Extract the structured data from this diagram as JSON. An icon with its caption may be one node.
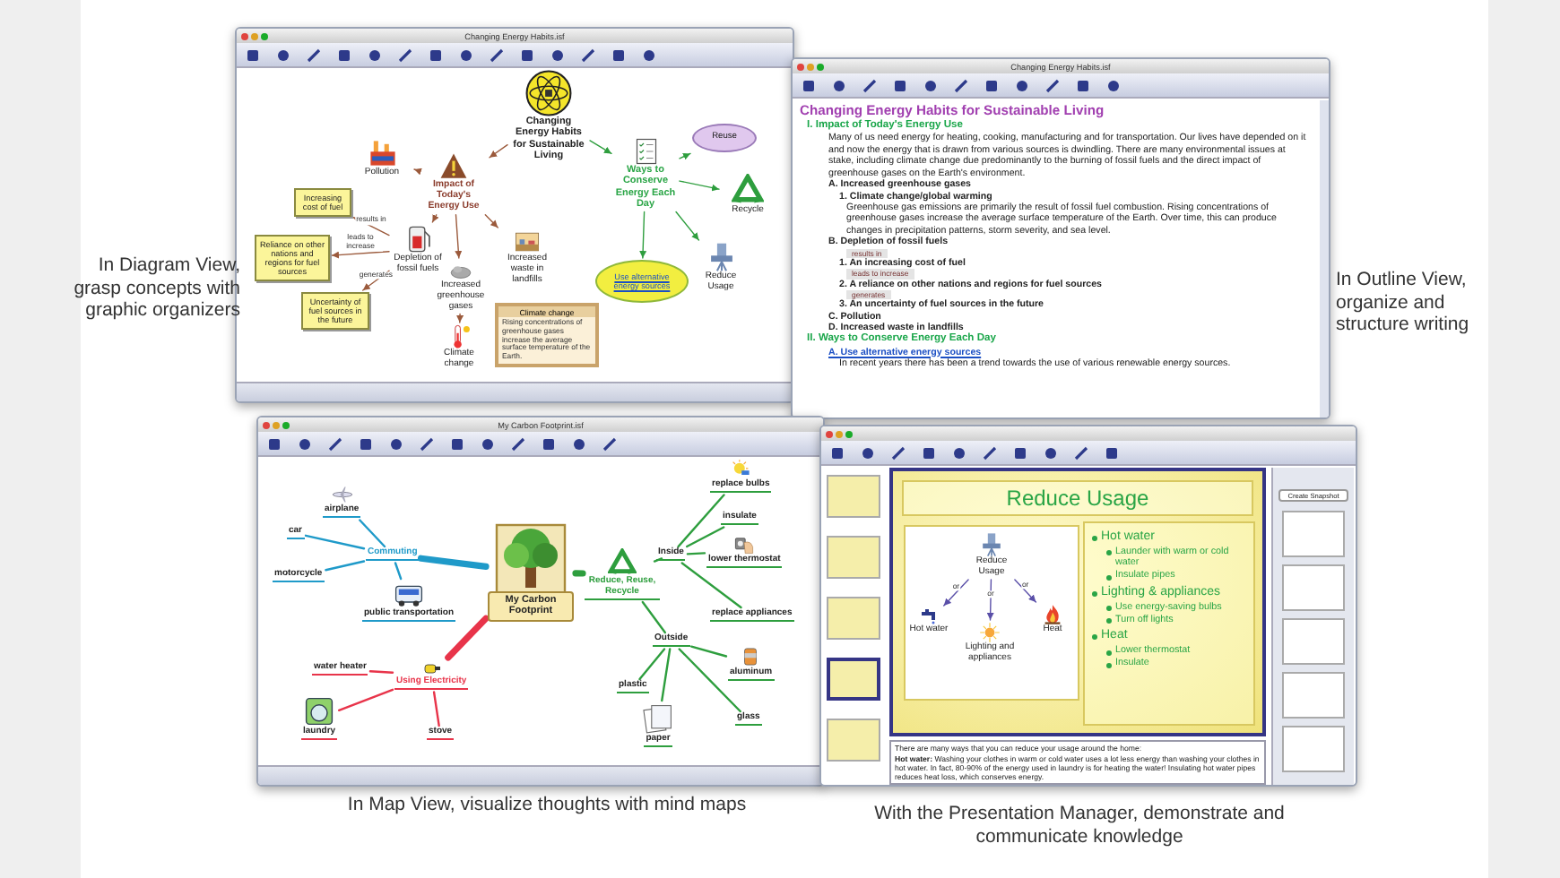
{
  "diagram": {
    "nodes": [
      {
        "text": [
          "Changing Energy Habits.isf"
        ]
      },
      {
        "text": [
          "Changing Energy Habits for Sustainable Living"
        ],
        "in": 0
      },
      {
        "text": [
          "Impact of Today's Energy Use"
        ],
        "in": 0
      },
      {
        "text": [
          "Pollution"
        ],
        "in": 0
      },
      {
        "text": [
          "Depletion of fossil fuels"
        ],
        "in": 0
      },
      {
        "text": [
          "Increased greenhouse gases"
        ],
        "in": 0
      },
      {
        "text": [
          "Increased waste in landfills"
        ],
        "in": 0
      },
      {
        "text": [
          "Climate change"
        ],
        "in": 0
      },
      {
        "text": [
          "Increasing cost of fuel"
        ],
        "in": 0
      },
      {
        "text": [
          "Reliance on other nations and regions for fuel sources"
        ],
        "in": 0
      },
      {
        "text": [
          "Uncertainty of fuel sources in the future"
        ],
        "in": 0
      },
      {
        "text": [
          "Climate change",
          "Rising concentrations of greenhouse gases increase the average surface temperature of the Earth."
        ],
        "in": 0
      },
      {
        "text": [
          "Ways to Conserve Energy Each Day"
        ],
        "in": 0
      },
      {
        "text": [
          "Reuse"
        ],
        "in": 0
      },
      {
        "text": [
          "Recycle"
        ],
        "in": 0
      },
      {
        "text": [
          "Reduce Usage"
        ],
        "in": 0
      },
      {
        "text": [
          "Use alternative energy sources"
        ],
        "in": 0
      },
      {
        "text": [
          "Changing Energy Habits.isf",
          "Changing Energy Habits for Sustainable Living",
          "I. Impact of Today's Energy Use",
          "Many of us need energy for heating, cooking, manufacturing and for transportation. Our lives have depended on it and now the energy that is drawn from various sources is dwindling. There are many environmental issues at stake, including climate change due predominantly to the burning of fossil fuels and the direct impact of greenhouse gases on the Earth's environment.",
          "A. Increased greenhouse gases",
          "1. Climate change/global warming",
          "Greenhouse gas emissions are primarily the result of fossil fuel combustion. Rising concentrations of greenhouse gases increase the average surface temperature of the Earth. Over time, this can produce changes in precipitation patterns, storm severity, and sea level.",
          "B. Depletion of fossil fuels",
          "results in",
          "1. An increasing cost of fuel",
          "leads to increase",
          "2. A reliance on other nations and regions for fuel sources",
          "generates",
          "3. An uncertainty of fuel sources in the future",
          "C. Pollution",
          "D. Increased waste in landfills",
          "II. Ways to Conserve Energy Each Day",
          "A. Use alternative energy sources",
          "In recent years there has been a trend towards the use of various renewable energy sources."
        ]
      },
      {
        "text": [
          "My Carbon Footprint.isf"
        ]
      },
      {
        "text": [
          "My Carbon Footprint"
        ],
        "in": 18
      },
      {
        "text": [
          "Commuting"
        ],
        "in": 18
      },
      {
        "text": [
          "airplane"
        ],
        "in": 18
      },
      {
        "text": [
          "car"
        ],
        "in": 18
      },
      {
        "text": [
          "motorcycle"
        ],
        "in": 18
      },
      {
        "text": [
          "public transportation"
        ],
        "in": 18
      },
      {
        "text": [
          "Using Electricity"
        ],
        "in": 18
      },
      {
        "text": [
          "water heater"
        ],
        "in": 18
      },
      {
        "text": [
          "laundry"
        ],
        "in": 18
      },
      {
        "text": [
          "stove"
        ],
        "in": 18
      },
      {
        "text": [
          "Reduce, Reuse, Recycle"
        ],
        "in": 18
      },
      {
        "text": [
          "Inside"
        ],
        "in": 18
      },
      {
        "text": [
          "replace bulbs"
        ],
        "in": 18
      },
      {
        "text": [
          "insulate"
        ],
        "in": 18
      },
      {
        "text": [
          "lower thermostat"
        ],
        "in": 18
      },
      {
        "text": [
          "replace appliances"
        ],
        "in": 18
      },
      {
        "text": [
          "Outside"
        ],
        "in": 18
      },
      {
        "text": [
          "plastic"
        ],
        "in": 18
      },
      {
        "text": [
          "paper"
        ],
        "in": 18
      },
      {
        "text": [
          "aluminum"
        ],
        "in": 18
      },
      {
        "text": [
          "glass"
        ],
        "in": 18
      },
      {
        "text": [],
        "shape": "box"
      },
      {
        "text": [
          "Reduce Usage",
          "Hot water",
          "Launder with warm or cold water",
          "Insulate pipes",
          "Lighting & appliances",
          "Use energy-saving bulbs",
          "Turn off lights",
          "Heat",
          "Lower thermostat",
          "Insulate"
        ],
        "in": 40
      },
      {
        "text": [
          "Reduce Usage"
        ],
        "in": 41
      },
      {
        "text": [
          "Hot water"
        ],
        "in": 41
      },
      {
        "text": [
          "Lighting and appliances"
        ],
        "in": 41
      },
      {
        "text": [
          "Heat"
        ],
        "in": 41
      },
      {
        "text": [
          "There are many ways that you can reduce your usage around the home:",
          "**Hot water:** Washing your clothes in warm or cold water uses a lot less energy than washing your clothes in hot water. In fact, 80-90% of the energy used in laundry is for heating the water! Insulating hot water pipes reduces heat loss, which conserves energy."
        ],
        "in": 40
      }
    ],
    "edges": [
      {
        "from": 1,
        "to": 2,
        "arrow": "to",
        "color": "#9b5a3c"
      },
      {
        "from": 1,
        "to": 12,
        "arrow": "to"
      },
      {
        "from": 2,
        "to": 3,
        "arrow": "to",
        "color": "#9b5a3c"
      },
      {
        "from": 2,
        "to": 4,
        "arrow": "to",
        "color": "#9b5a3c"
      },
      {
        "from": 2,
        "to": 5,
        "arrow": "to",
        "color": "#9b5a3c"
      },
      {
        "from": 2,
        "to": 6,
        "arrow": "to",
        "color": "#9b5a3c"
      },
      {
        "from": 5,
        "to": 7,
        "arrow": "to",
        "color": "#9b5a3c"
      },
      {
        "from": 4,
        "to": 8,
        "arrow": "to",
        "label": "results in",
        "color": "#9b5a3c"
      },
      {
        "from": 4,
        "to": 9,
        "arrow": "to",
        "label": "leads to increase",
        "color": "#9b5a3c"
      },
      {
        "from": 4,
        "to": 10,
        "arrow": "to",
        "label": "generates",
        "color": "#9b5a3c"
      },
      {
        "from": 12,
        "to": 13,
        "arrow": "to"
      },
      {
        "from": 12,
        "to": 14,
        "arrow": "to"
      },
      {
        "from": 12,
        "to": 15,
        "arrow": "to"
      },
      {
        "from": 12,
        "to": 16,
        "arrow": "to"
      },
      {
        "from": 42,
        "to": 43,
        "arrow": "to",
        "label": "or",
        "color": "#5a4fa8"
      },
      {
        "from": 42,
        "to": 44,
        "arrow": "to",
        "label": "or",
        "color": "#5a4fa8"
      },
      {
        "from": 42,
        "to": 45,
        "arrow": "to",
        "label": "or",
        "color": "#5a4fa8"
      },
      {
        "from": 19,
        "to": 20,
        "arrow": "none",
        "style": "thick",
        "color": "#1f9ac9"
      },
      {
        "from": 20,
        "to": 21,
        "arrow": "none",
        "color": "#1f9ac9"
      },
      {
        "from": 20,
        "to": 22,
        "arrow": "none",
        "color": "#1f9ac9"
      },
      {
        "from": 20,
        "to": 23,
        "arrow": "none",
        "color": "#1f9ac9"
      },
      {
        "from": 20,
        "to": 24,
        "arrow": "none",
        "color": "#1f9ac9"
      },
      {
        "from": 19,
        "to": 25,
        "arrow": "none",
        "style": "thick",
        "color": "#e8344a"
      },
      {
        "from": 25,
        "to": 26,
        "arrow": "none",
        "color": "#e8344a"
      },
      {
        "from": 25,
        "to": 27,
        "arrow": "none",
        "color": "#e8344a"
      },
      {
        "from": 25,
        "to": 28,
        "arrow": "none",
        "color": "#e8344a"
      },
      {
        "from": 19,
        "to": 29,
        "arrow": "none",
        "style": "thick"
      },
      {
        "from": 29,
        "to": 30,
        "arrow": "none"
      },
      {
        "from": 29,
        "to": 35,
        "arrow": "none"
      },
      {
        "from": 30,
        "to": 31,
        "arrow": "none"
      },
      {
        "from": 30,
        "to": 32,
        "arrow": "none"
      },
      {
        "from": 30,
        "to": 33,
        "arrow": "none"
      },
      {
        "from": 30,
        "to": 34,
        "arrow": "none"
      },
      {
        "from": 35,
        "to": 36,
        "arrow": "none"
      },
      {
        "from": 35,
        "to": 37,
        "arrow": "none"
      },
      {
        "from": 35,
        "to": 38,
        "arrow": "none"
      },
      {
        "from": 35,
        "to": 39,
        "arrow": "none"
      }
    ],
    "labels": [
      "In Diagram View, grasp concepts with graphic organizers",
      "In Outline View, organize and structure writing",
      "Create Snapshot",
      "In Map View, visualize thoughts with mind maps",
      "With the Presentation Manager, demonstrate and communicate knowledge"
    ]
  }
}
